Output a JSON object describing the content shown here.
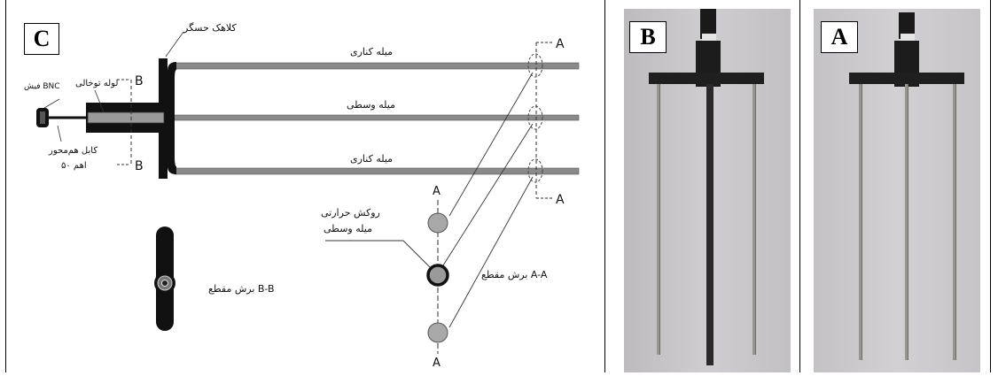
{
  "panels": {
    "left": {
      "letter": "C"
    },
    "middle": {
      "letter": "B"
    },
    "right": {
      "letter": "A"
    }
  },
  "diagram": {
    "labels": {
      "cap": "کلاهک حسگر",
      "outer_rod_top": "میله کناری",
      "middle_rod": "میله وسطی",
      "outer_rod_bottom": "میله کناری",
      "hollow_tube": "لوله توخالی",
      "bnc_plug": "فیش BNC",
      "coax_cable_line1": "کابل هم‌محور",
      "coax_cable_line2": "۵۰ اهم",
      "heat_coating_line1": "روکش حرارتی",
      "heat_coating_line2": "میله وسطی",
      "section_bb": "برش مقطع B-B",
      "section_aa": "برش مقطع A-A",
      "marker_a": "A",
      "marker_b": "B"
    }
  },
  "colors": {
    "border": "#000000",
    "rod": "#8a8a8a",
    "photo_bg": "#c8c6c9",
    "rod_metal": "#9a948e"
  }
}
